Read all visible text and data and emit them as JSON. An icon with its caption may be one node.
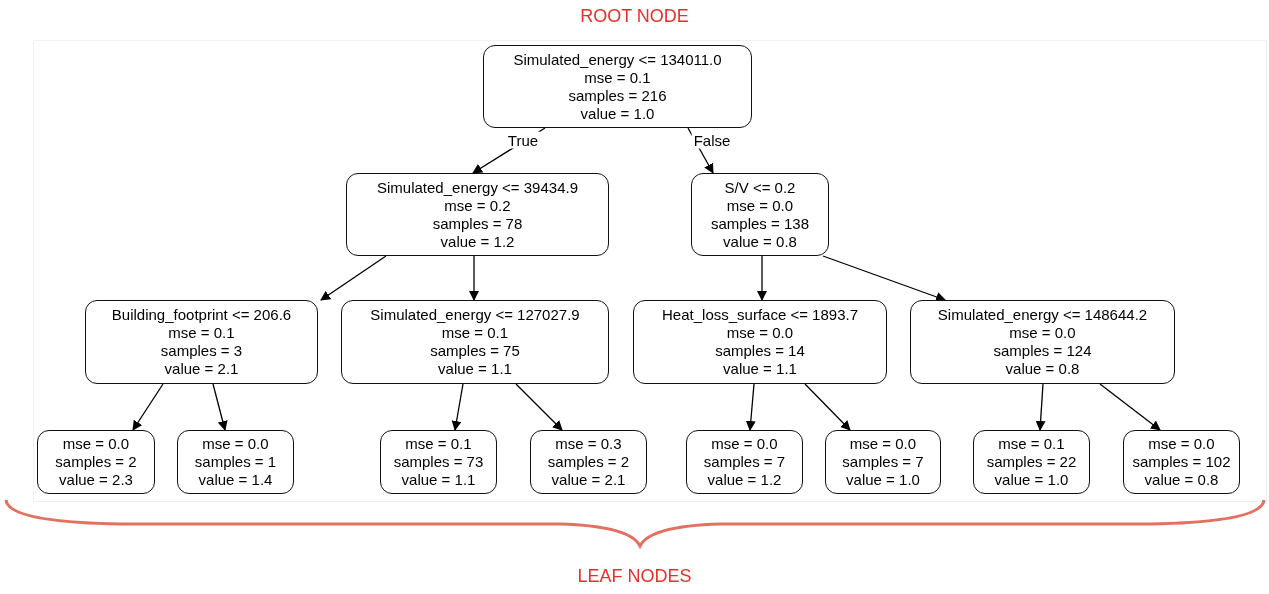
{
  "diagram": {
    "nodes": [
      {
        "text": [
          "Simulated_energy <= 134011.0",
          "mse = 0.1",
          "samples = 216",
          "value = 1.0"
        ]
      },
      {
        "text": [
          "Simulated_energy <= 39434.9",
          "mse = 0.2",
          "samples = 78",
          "value = 1.2"
        ]
      },
      {
        "text": [
          "S/V <= 0.2",
          "mse = 0.0",
          "samples = 138",
          "value = 0.8"
        ]
      },
      {
        "text": [
          "Building_footprint <= 206.6",
          "mse = 0.1",
          "samples = 3",
          "value = 2.1"
        ]
      },
      {
        "text": [
          "Simulated_energy <= 127027.9",
          "mse = 0.1",
          "samples = 75",
          "value = 1.1"
        ]
      },
      {
        "text": [
          "Heat_loss_surface <= 1893.7",
          "mse = 0.0",
          "samples = 14",
          "value = 1.1"
        ]
      },
      {
        "text": [
          "Simulated_energy <= 148644.2",
          "mse = 0.0",
          "samples = 124",
          "value = 0.8"
        ]
      },
      {
        "text": [
          "mse = 0.0",
          "samples = 2",
          "value = 2.3"
        ]
      },
      {
        "text": [
          "mse = 0.0",
          "samples = 1",
          "value = 1.4"
        ]
      },
      {
        "text": [
          "mse = 0.1",
          "samples = 73",
          "value = 1.1"
        ]
      },
      {
        "text": [
          "mse = 0.3",
          "samples = 2",
          "value = 2.1"
        ]
      },
      {
        "text": [
          "mse = 0.0",
          "samples = 7",
          "value = 1.2"
        ]
      },
      {
        "text": [
          "mse = 0.0",
          "samples = 7",
          "value = 1.0"
        ]
      },
      {
        "text": [
          "mse = 0.1",
          "samples = 22",
          "value = 1.0"
        ]
      },
      {
        "text": [
          "mse = 0.0",
          "samples = 102",
          "value = 0.8"
        ]
      }
    ],
    "edges": [
      {
        "from": 0,
        "to": 1,
        "arrow": "to",
        "label": "True"
      },
      {
        "from": 0,
        "to": 2,
        "arrow": "to",
        "label": "False"
      },
      {
        "from": 1,
        "to": 3,
        "arrow": "to"
      },
      {
        "from": 1,
        "to": 4,
        "arrow": "to"
      },
      {
        "from": 2,
        "to": 5,
        "arrow": "to"
      },
      {
        "from": 2,
        "to": 6,
        "arrow": "to"
      },
      {
        "from": 3,
        "to": 7,
        "arrow": "to"
      },
      {
        "from": 3,
        "to": 8,
        "arrow": "to"
      },
      {
        "from": 4,
        "to": 9,
        "arrow": "to"
      },
      {
        "from": 4,
        "to": 10,
        "arrow": "to"
      },
      {
        "from": 5,
        "to": 11,
        "arrow": "to"
      },
      {
        "from": 5,
        "to": 12,
        "arrow": "to"
      },
      {
        "from": 6,
        "to": 13,
        "arrow": "to"
      },
      {
        "from": 6,
        "to": 14,
        "arrow": "to"
      }
    ],
    "labels": [
      "ROOT NODE",
      "LEAF NODES"
    ]
  }
}
